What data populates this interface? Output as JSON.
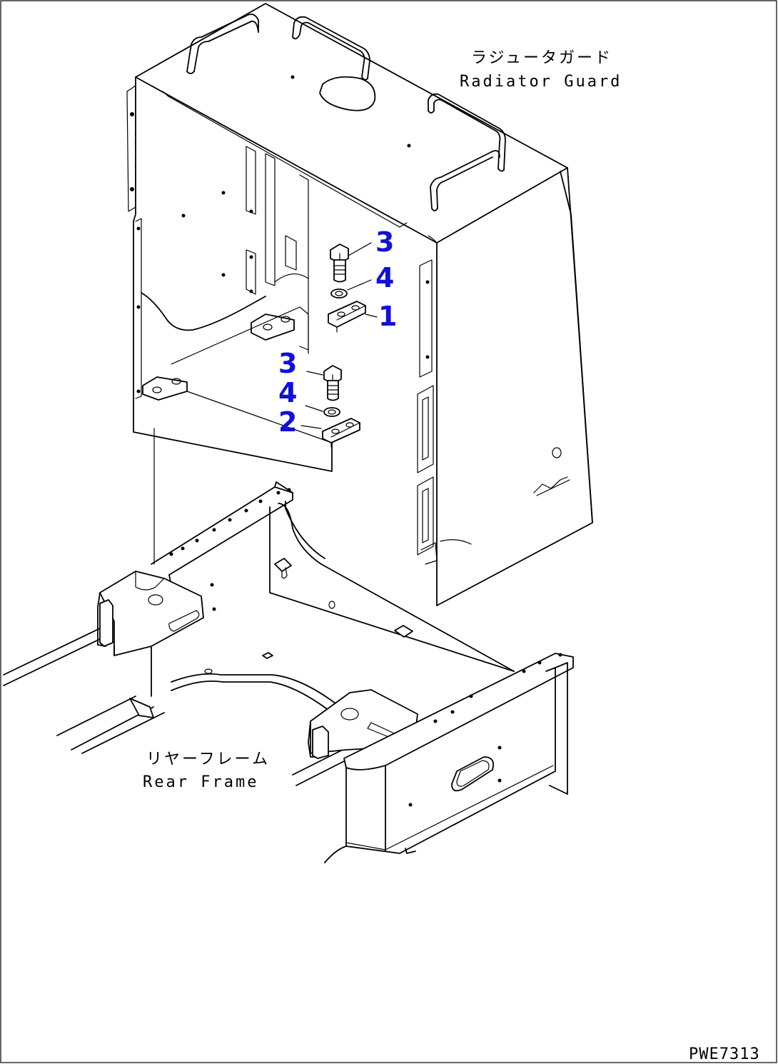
{
  "labels": {
    "radiator_guard_jp": "ラジュータガード",
    "radiator_guard_en": "Radiator Guard",
    "rear_frame_jp": "リヤーフレーム",
    "rear_frame_en": "Rear Frame"
  },
  "callouts": [
    {
      "id": "callout-3-upper",
      "text": "3"
    },
    {
      "id": "callout-4-upper",
      "text": "4"
    },
    {
      "id": "callout-1",
      "text": "1"
    },
    {
      "id": "callout-3-lower",
      "text": "3"
    },
    {
      "id": "callout-4-lower",
      "text": "4"
    },
    {
      "id": "callout-2",
      "text": "2"
    }
  ],
  "drawing_code": "PWE7313",
  "colors": {
    "callout": "#1010d8",
    "line": "#000000",
    "background": "#ffffff"
  }
}
